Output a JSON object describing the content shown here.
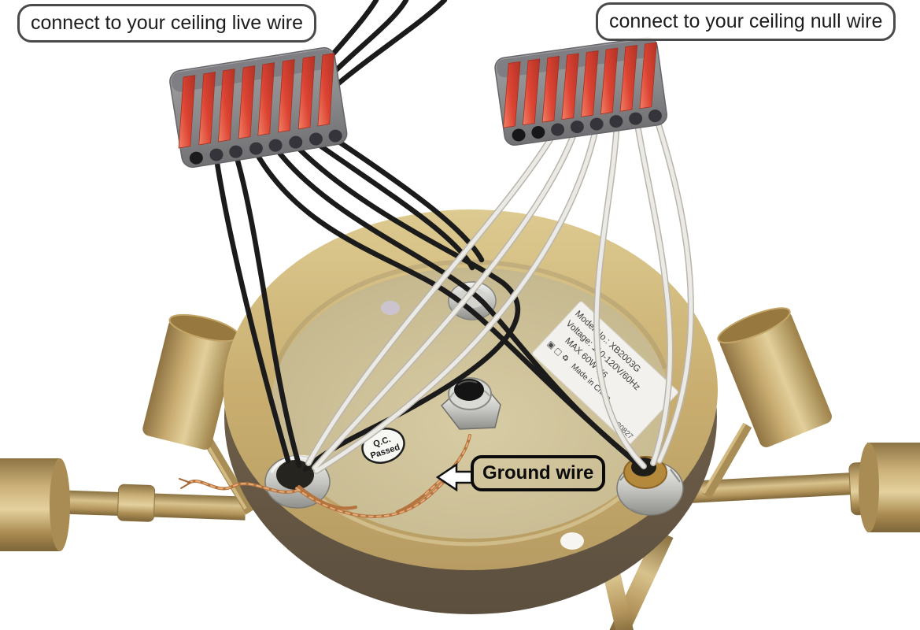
{
  "annotations": {
    "live_wire": "connect to your ceiling live wire",
    "null_wire": "connect to your ceiling null wire",
    "ground_wire": "Ground wire"
  },
  "sticker": {
    "model": "Model No.: XB2003G",
    "voltage": "Voltage: 110-120V/60Hz",
    "power": "MAX 60W X6",
    "cert_icons": "▣ ▢ ♻",
    "origin": "Made in China",
    "serial": "20827"
  },
  "qc": {
    "line1": "Q.C.",
    "line2": "Passed"
  },
  "colors": {
    "canopy_gold": "#c9ae70",
    "canopy_inner": "#cdc19b",
    "canopy_rim": "#6b5b45",
    "arm_gold": "#b5975c",
    "connector_body_gray": "#8b8b8d",
    "connector_lever_red": "#dd4433",
    "wire_black": "#1b1b1b",
    "wire_white": "#eceae4",
    "ground_copper": "#b5743f",
    "chrome": "#c6c6c2",
    "annotation_border": "#4a4a4a"
  }
}
